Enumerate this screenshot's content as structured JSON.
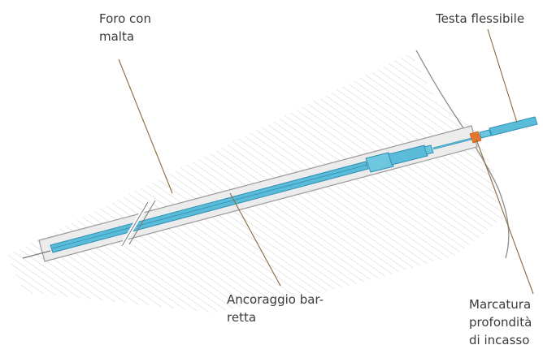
{
  "labels": {
    "bore": [
      "Foro con",
      "malta"
    ],
    "head": "Testa flessibile",
    "bar": [
      "Ancoraggio bar-",
      "retta"
    ],
    "mark": [
      "Marcatura",
      "profondità",
      "di incasso"
    ]
  },
  "colors": {
    "bar_fill": "#5bbcd9",
    "bar_stroke": "#2f8fb5",
    "sleeve_fill": "#ececec",
    "sleeve_stroke": "#9a9a9a",
    "hatch": "#cfcfcf",
    "leader": "#8a6a3c",
    "marker": "#e2782e"
  }
}
